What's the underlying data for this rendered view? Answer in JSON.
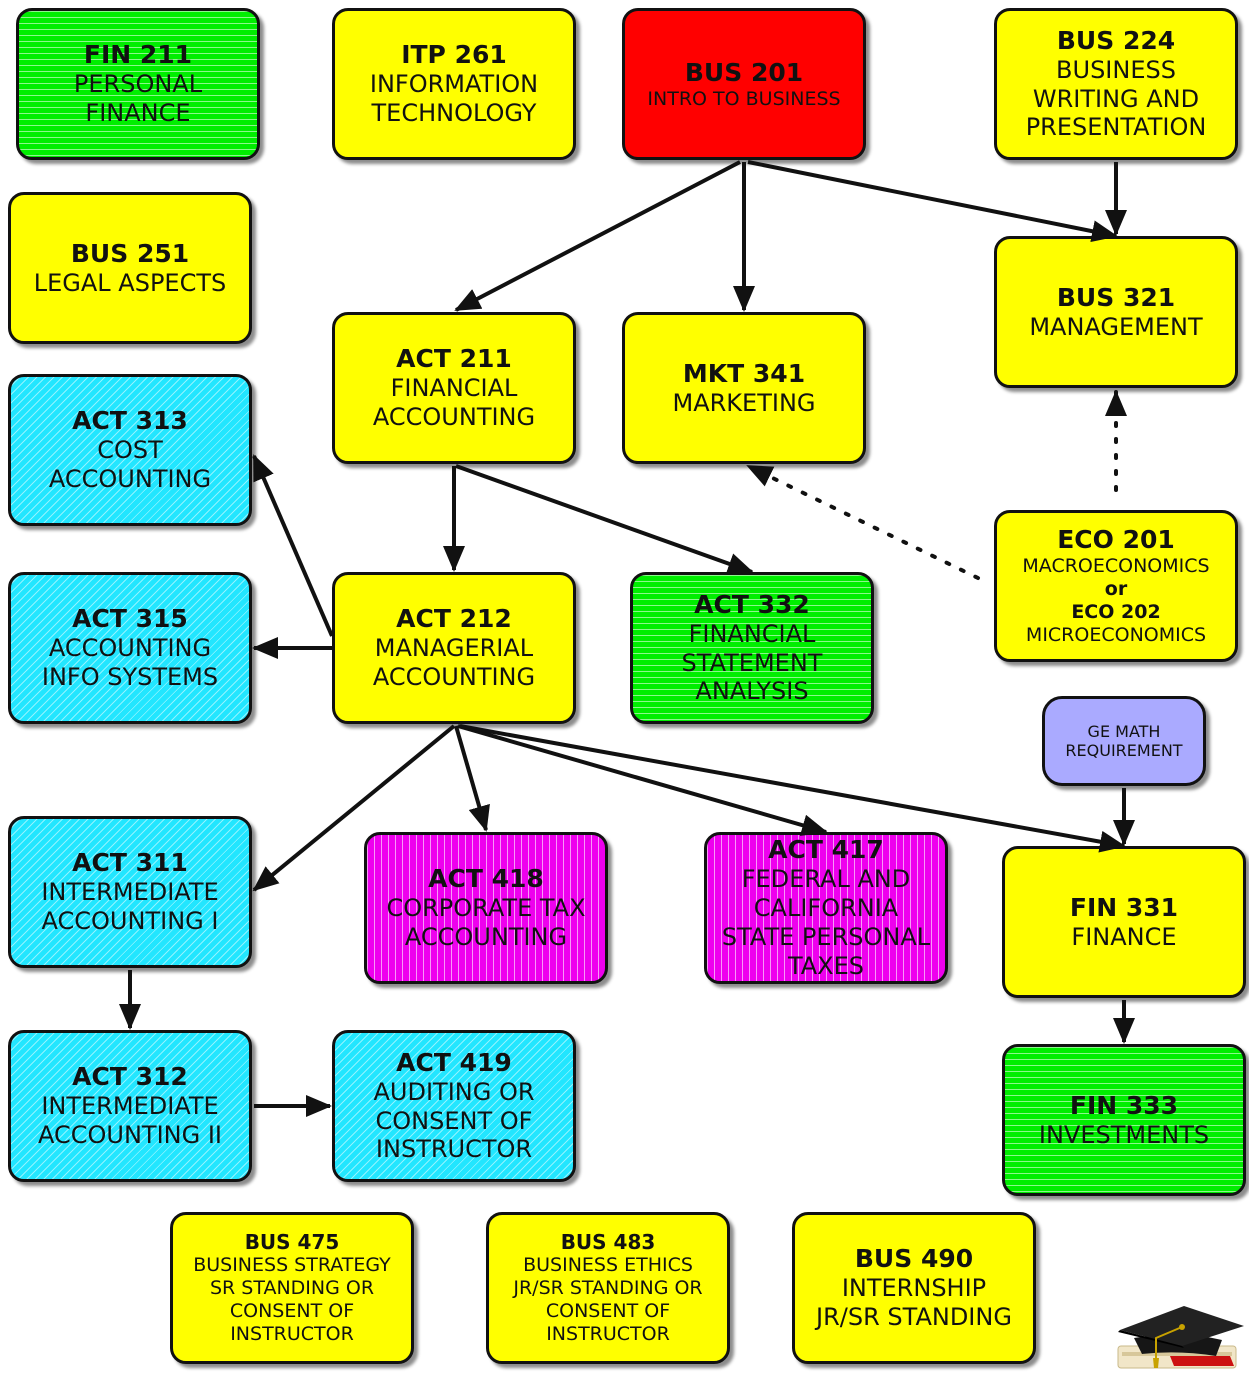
{
  "nodes": {
    "fin211": {
      "code": "FIN 211",
      "lines": [
        "PERSONAL",
        "FINANCE"
      ]
    },
    "itp261": {
      "code": "ITP 261",
      "lines": [
        "INFORMATION",
        "TECHNOLOGY"
      ]
    },
    "bus201": {
      "code": "BUS 201",
      "lines": [
        "INTRO TO BUSINESS"
      ]
    },
    "bus224": {
      "code": "BUS 224",
      "lines": [
        "BUSINESS",
        "WRITING AND",
        "PRESENTATION"
      ]
    },
    "bus251": {
      "code": "BUS 251",
      "lines": [
        "LEGAL ASPECTS"
      ]
    },
    "bus321": {
      "code": "BUS 321",
      "lines": [
        "MANAGEMENT"
      ]
    },
    "act211": {
      "code": "ACT 211",
      "lines": [
        "FINANCIAL",
        "ACCOUNTING"
      ]
    },
    "mkt341": {
      "code": "MKT 341",
      "lines": [
        "MARKETING"
      ]
    },
    "act313": {
      "code": "ACT 313",
      "lines": [
        "COST",
        "ACCOUNTING"
      ]
    },
    "eco": {
      "code": "ECO 201",
      "line1": "MACROECONOMICS",
      "or": "or",
      "code2": "ECO 202",
      "line2": "MICROECONOMICS"
    },
    "act315": {
      "code": "ACT 315",
      "lines": [
        "ACCOUNTING",
        "INFO SYSTEMS"
      ]
    },
    "act212": {
      "code": "ACT 212",
      "lines": [
        "MANAGERIAL",
        "ACCOUNTING"
      ]
    },
    "act332": {
      "code": "ACT 332",
      "lines": [
        "FINANCIAL",
        "STATEMENT",
        "ANALYSIS"
      ]
    },
    "gemath": {
      "lines": [
        "GE MATH",
        "REQUIREMENT"
      ]
    },
    "act311": {
      "code": "ACT 311",
      "lines": [
        "INTERMEDIATE",
        "ACCOUNTING I"
      ]
    },
    "act418": {
      "code": "ACT 418",
      "lines": [
        "CORPORATE TAX",
        "ACCOUNTING"
      ]
    },
    "act417": {
      "code": "ACT 417",
      "lines": [
        "FEDERAL AND",
        "CALIFORNIA",
        "STATE PERSONAL",
        "TAXES"
      ]
    },
    "fin331": {
      "code": "FIN 331",
      "lines": [
        "FINANCE"
      ]
    },
    "act312": {
      "code": "ACT 312",
      "lines": [
        "INTERMEDIATE",
        "ACCOUNTING II"
      ]
    },
    "act419": {
      "code": "ACT 419",
      "lines": [
        "AUDITING OR",
        "CONSENT OF",
        "INSTRUCTOR"
      ]
    },
    "fin333": {
      "code": "FIN 333",
      "lines": [
        "INVESTMENTS"
      ]
    },
    "bus475": {
      "code": "BUS 475",
      "lines": [
        "BUSINESS STRATEGY",
        "SR STANDING OR",
        "CONSENT OF",
        "INSTRUCTOR"
      ]
    },
    "bus483": {
      "code": "BUS 483",
      "lines": [
        "BUSINESS ETHICS",
        "JR/SR STANDING OR",
        "CONSENT OF",
        "INSTRUCTOR"
      ]
    },
    "bus490": {
      "code": "BUS 490",
      "lines": [
        "INTERNSHIP",
        "JR/SR STANDING"
      ]
    }
  },
  "edges": [
    {
      "from": "BUS 201",
      "to": "ACT 211",
      "style": "solid"
    },
    {
      "from": "BUS 201",
      "to": "MKT 341",
      "style": "solid"
    },
    {
      "from": "BUS 201",
      "to": "BUS 321",
      "style": "solid"
    },
    {
      "from": "BUS 224",
      "to": "BUS 321",
      "style": "solid"
    },
    {
      "from": "ECO 201/202",
      "to": "BUS 321",
      "style": "dotted"
    },
    {
      "from": "ECO 201/202",
      "to": "MKT 341",
      "style": "dotted"
    },
    {
      "from": "ACT 211",
      "to": "ACT 212",
      "style": "solid"
    },
    {
      "from": "ACT 211",
      "to": "ACT 332",
      "style": "solid"
    },
    {
      "from": "ACT 212",
      "to": "ACT 313",
      "style": "solid"
    },
    {
      "from": "ACT 212",
      "to": "ACT 315",
      "style": "solid"
    },
    {
      "from": "ACT 212",
      "to": "ACT 311",
      "style": "solid"
    },
    {
      "from": "ACT 212",
      "to": "ACT 418",
      "style": "solid"
    },
    {
      "from": "ACT 212",
      "to": "ACT 417",
      "style": "solid"
    },
    {
      "from": "ACT 212",
      "to": "FIN 331",
      "style": "solid"
    },
    {
      "from": "GE MATH REQUIREMENT",
      "to": "FIN 331",
      "style": "solid"
    },
    {
      "from": "FIN 331",
      "to": "FIN 333",
      "style": "solid"
    },
    {
      "from": "ACT 311",
      "to": "ACT 312",
      "style": "solid"
    },
    {
      "from": "ACT 312",
      "to": "ACT 419",
      "style": "solid"
    }
  ],
  "colors": {
    "yellow": "#ffff00",
    "red": "#ff0000",
    "green": "#00ee00",
    "cyan": "#22e6ff",
    "magenta": "#ee00ee",
    "lavender": "#aaaaff"
  },
  "decor": {
    "icon": "graduation-cap-icon"
  }
}
